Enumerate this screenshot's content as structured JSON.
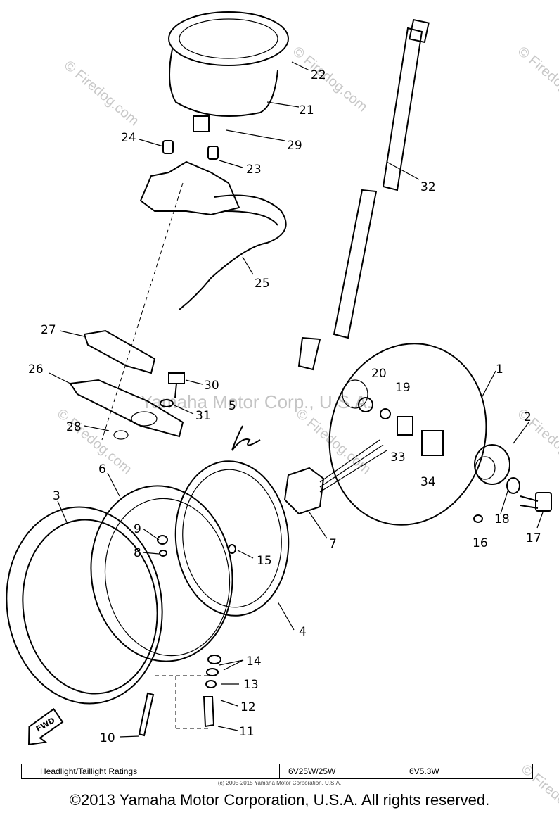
{
  "watermarks": [
    "© Firedog.com",
    "© Firedog.com",
    "© Firedog.com",
    "© Firedog.com",
    "© Firedog.com",
    "© Firedog.com",
    "© Firedog.com"
  ],
  "center_watermark": "Yamaha Motor Corp., U.S.A.",
  "callouts": [
    "1",
    "2",
    "3",
    "4",
    "5",
    "6",
    "7",
    "8",
    "9",
    "10",
    "11",
    "12",
    "13",
    "14",
    "15",
    "16",
    "17",
    "18",
    "19",
    "20",
    "21",
    "22",
    "23",
    "24",
    "25",
    "26",
    "27",
    "28",
    "29",
    "30",
    "31",
    "32",
    "33",
    "34"
  ],
  "fwd_label": "FWD",
  "ratings": {
    "label": "Headlight/Taillight Ratings",
    "value1": "6V25W/25W",
    "value2": "6V5.3W"
  },
  "small_copyright": "(c) 2005-2015 Yamaha Motor Corporation, U.S.A.",
  "footer": "©2013 Yamaha Motor Corporation, U.S.A. All rights reserved."
}
